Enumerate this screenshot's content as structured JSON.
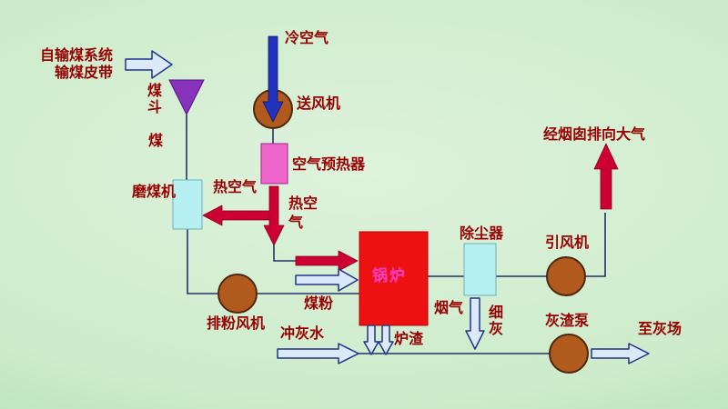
{
  "colors": {
    "background_center": "#def2dc",
    "background_mid": "#cdeccb",
    "background_edge": "#a6d7a6",
    "label_text": "#990000",
    "boiler_label": "#ff3fc8",
    "line": "#223366",
    "red_arrow": "#cc0033",
    "blue_arrow": "#2233bb",
    "light_arrow_fill": "#dce9f8",
    "light_arrow_stroke": "#223388",
    "boiler_fill": "#ee1111",
    "hopper_fill": "#8833bb",
    "mill_fill": "#b6f0f0",
    "dust_collector_fill": "#b6f0f0",
    "preheater_fill": "#ee66cc",
    "fan_fill": "#b05a1e",
    "fan_stroke": "#50260d"
  },
  "labels": {
    "coal_source_line1": "自输煤系统",
    "coal_source_line2": "输煤皮带",
    "coal_hopper": "煤斗",
    "coal": "煤",
    "coal_mill": "磨煤机",
    "hot_air_to_mill": "热空气",
    "cold_air": "冷空气",
    "forced_draft_fan": "送风机",
    "air_preheater": "空气预热器",
    "hot_air_to_boiler": "热空气",
    "boiler": "锅炉",
    "pulverized_coal": "煤粉",
    "powder_exhaust_fan": "排粉风机",
    "flue_gas": "烟气",
    "dust_collector": "除尘器",
    "fine_ash": "细灰",
    "induced_draft_fan": "引风机",
    "chimney_exhaust": "经烟囱排向大气",
    "ash_flushing_water": "冲灰水",
    "slag": "炉渣",
    "ash_slag_pump": "灰渣泵",
    "to_ash_yard": "至灰场"
  }
}
